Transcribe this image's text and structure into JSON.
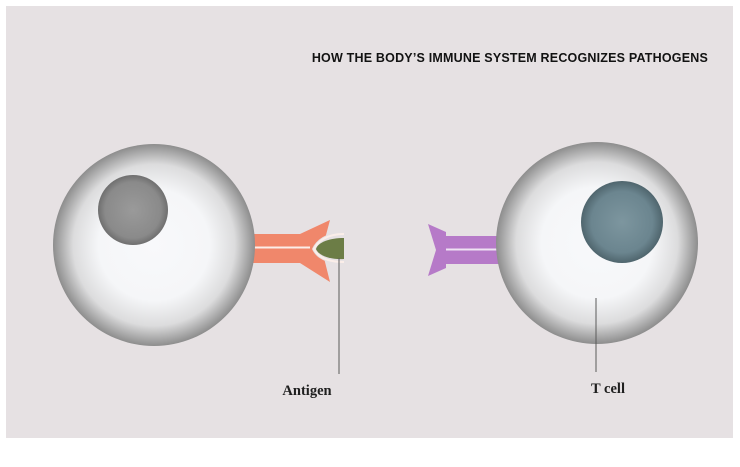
{
  "title": "HOW THE BODY’S IMMUNE SYSTEM RECOGNIZES PATHOGENS",
  "labels": {
    "antigen": "Antigen",
    "t_cell": "T cell"
  },
  "colors": {
    "background": "#e6e1e3",
    "title": "#121212",
    "label": "#1f1f1f",
    "callout_line": "#5a5a5a",
    "receptor_left": "#f0876b",
    "receptor_right": "#b67ac8",
    "antigen": "#6c7d46",
    "nucleus_left": "#8a8a8a",
    "nucleus_right": "#6b858f",
    "cell_core": "#f8f9fb",
    "cell_edge": "#8d8d8d"
  }
}
